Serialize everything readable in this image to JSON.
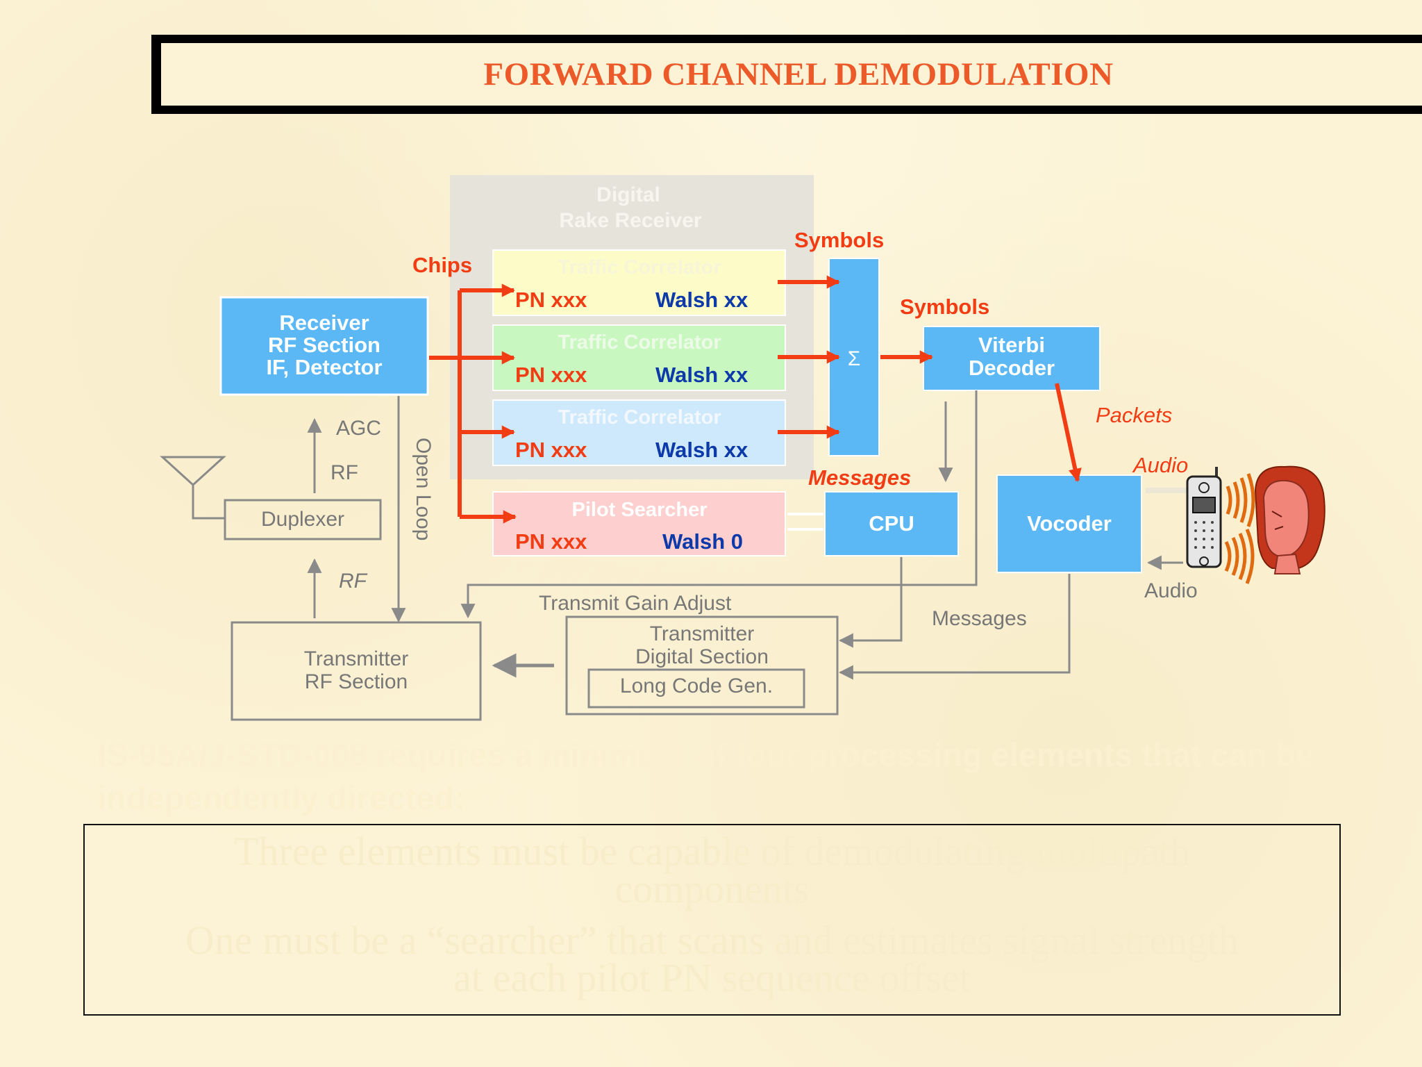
{
  "title": "FORWARD CHANNEL DEMODULATION",
  "rake": {
    "line1": "Digital",
    "line2": "Rake Receiver"
  },
  "correlators": [
    {
      "title": "Traffic Correlator",
      "pn": "PN xxx",
      "walsh": "Walsh xx"
    },
    {
      "title": "Traffic Correlator",
      "pn": "PN xxx",
      "walsh": "Walsh xx"
    },
    {
      "title": "Traffic Correlator",
      "pn": "PN xxx",
      "walsh": "Walsh xx"
    }
  ],
  "pilot": {
    "title": "Pilot Searcher",
    "pn": "PN xxx",
    "walsh": "Walsh 0"
  },
  "receiver": {
    "line1": "Receiver",
    "line2": "RF Section",
    "line3": "IF, Detector"
  },
  "combiner": "Σ",
  "viterbi": {
    "line1": "Viterbi",
    "line2": "Decoder"
  },
  "cpu": "CPU",
  "vocoder": "Vocoder",
  "duplexer": "Duplexer",
  "tx_rf": {
    "line1": "Transmitter",
    "line2": "RF Section"
  },
  "tx_digital": {
    "line1": "Transmitter",
    "line2": "Digital Section",
    "longcode": "Long Code Gen."
  },
  "labels": {
    "chips": "Chips",
    "symbols1": "Symbols",
    "symbols2": "Symbols",
    "packets": "Packets",
    "messages_red": "Messages",
    "audio_red": "Audio",
    "audio_gray": "Audio",
    "messages_gray": "Messages",
    "agc": "AGC",
    "rf_up": "RF",
    "rf_down": "RF",
    "open_loop": "Open Loop",
    "tx_gain": "Transmit Gain Adjust"
  },
  "footer": {
    "heading": "IS-95A/J-STD-008 requires a minimum of four processing elements that can be independently directed:",
    "bullet1_line1": "Three elements must be capable of  demodulating multipath",
    "bullet1_line2": "components",
    "bullet2_line1": "One must be a “searcher” that scans and estimates signal strength",
    "bullet2_line2": "at each pilot PN sequence offset"
  },
  "colors": {
    "block_blue": "#5bb8f5",
    "arrow_red": "#f23c14",
    "title_orange": "#ec5a2a",
    "walsh_blue": "#0d3aa8",
    "gray_line": "#8a8a8a"
  }
}
